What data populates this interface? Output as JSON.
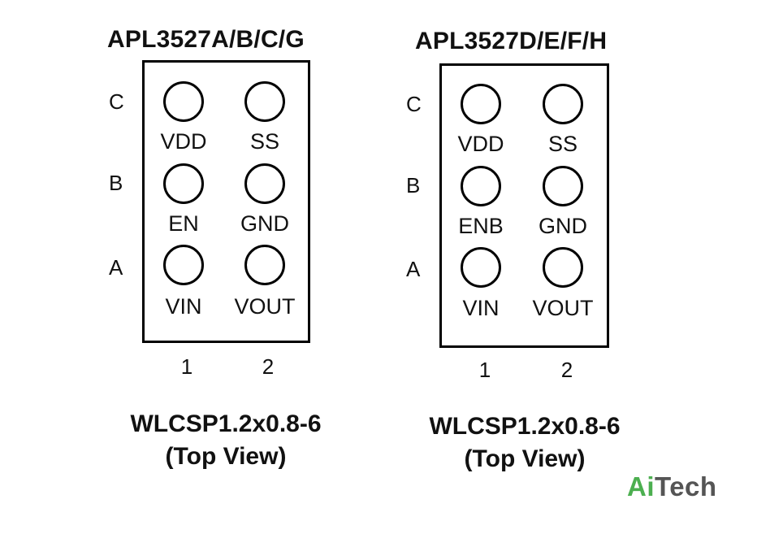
{
  "packages": [
    {
      "title": "APL3527A/B/C/G",
      "rows": [
        "C",
        "B",
        "A"
      ],
      "cols": [
        "1",
        "2"
      ],
      "pins": {
        "C1": "VDD",
        "C2": "SS",
        "B1": "EN",
        "B2": "GND",
        "A1": "VIN",
        "A2": "VOUT"
      },
      "footer_line1": "WLCSP1.2x0.8-6",
      "footer_line2": "(Top View)"
    },
    {
      "title": "APL3527D/E/F/H",
      "rows": [
        "C",
        "B",
        "A"
      ],
      "cols": [
        "1",
        "2"
      ],
      "pins": {
        "C1": "VDD",
        "C2": "SS",
        "B1": "ENB",
        "B2": "GND",
        "A1": "VIN",
        "A2": "VOUT"
      },
      "footer_line1": "WLCSP1.2x0.8-6",
      "footer_line2": "(Top View)"
    }
  ],
  "watermark": {
    "part1": "Ai",
    "part2": "Tech",
    "color1": "#4caf50",
    "color2": "#555555"
  }
}
